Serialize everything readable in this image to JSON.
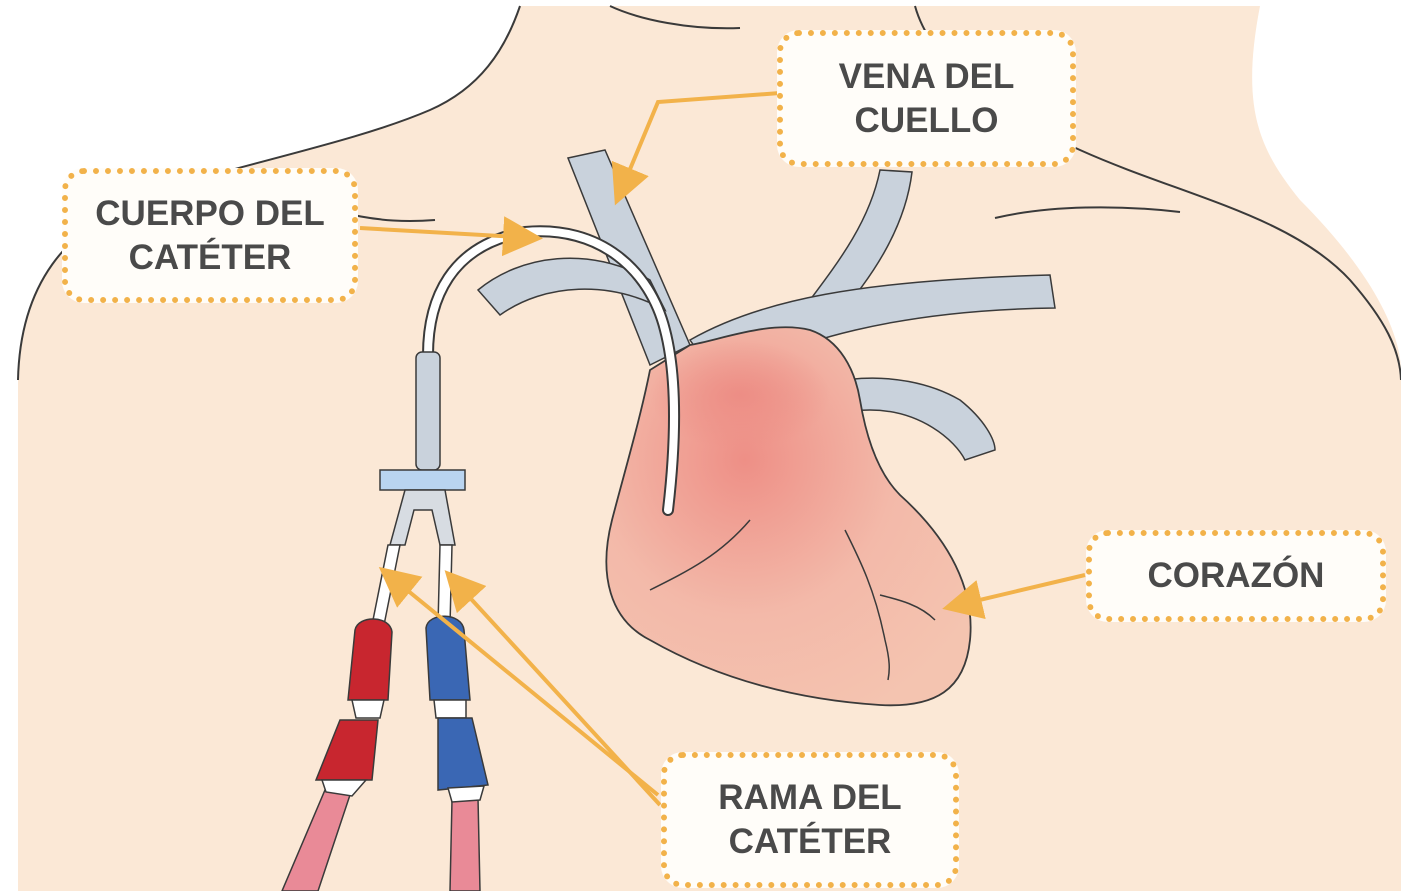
{
  "labels": {
    "neck_vein": "VENA DEL\nCUELLO",
    "catheter_body": "CUERPO DEL\nCATÉTER",
    "heart": "CORAZÓN",
    "catheter_branch": "RAMA DEL\nCATÉTER"
  },
  "colors": {
    "skin": "#fbe8d6",
    "skin_outline": "#3a3a3a",
    "vessel": "#c9d2dc",
    "heart": "#f0b7a6",
    "heart_highlight": "#ec8f86",
    "catheter": "#ffffff",
    "connector": "#b9d4f0",
    "arterial_clamp": "#c8262f",
    "venous_clamp": "#3a67b4",
    "tube": "#e98a97",
    "callout": "#f2b24a",
    "label_text": "#4a4a4a"
  }
}
